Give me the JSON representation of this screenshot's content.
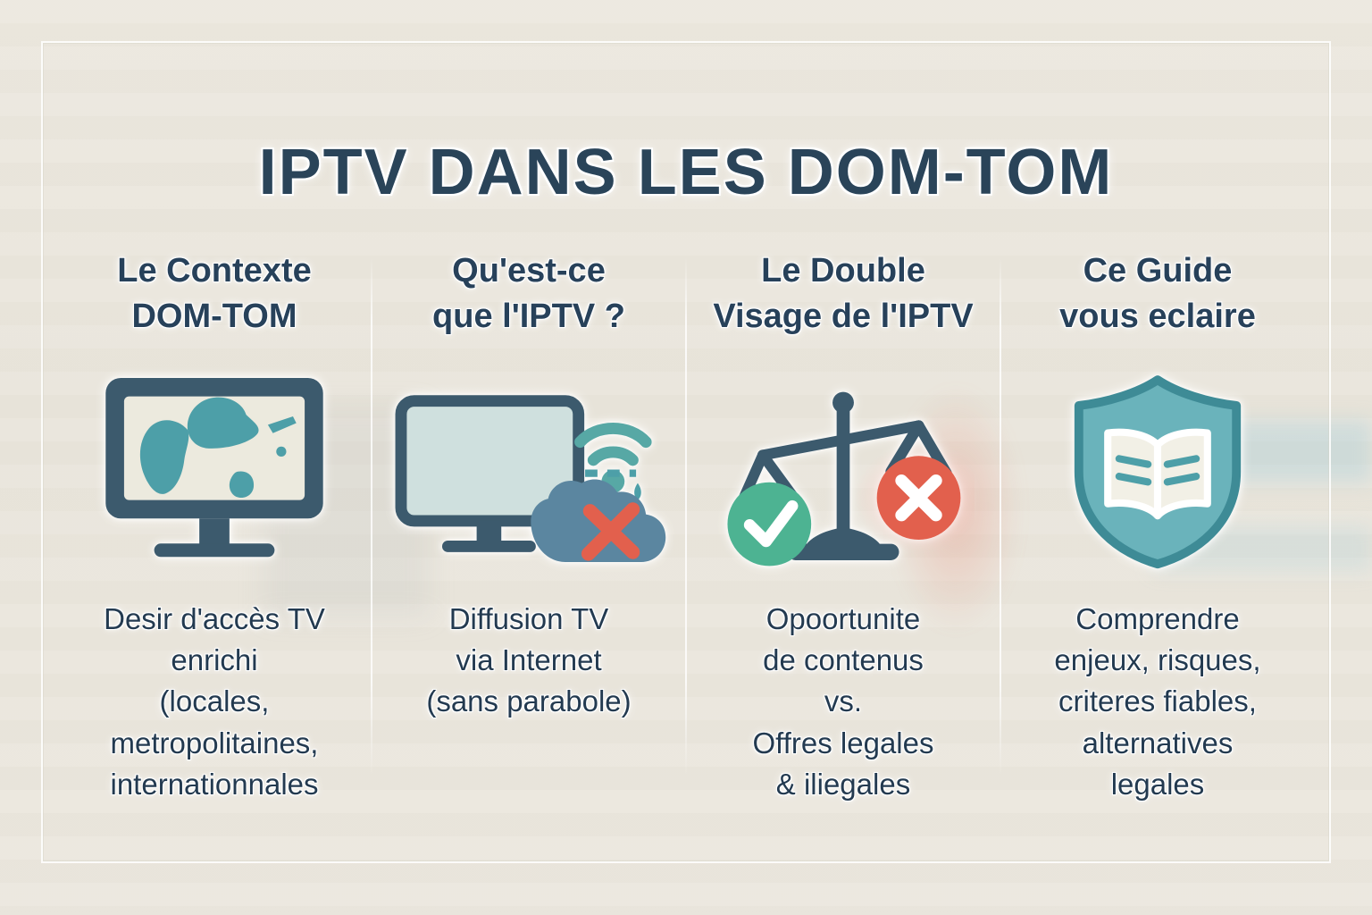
{
  "title": "IPTV DANS LES DOM-TOM",
  "colors": {
    "background": "#eae6dd",
    "heading_text": "#27415a",
    "body_text": "#233a50",
    "slate": "#3c5a6d",
    "teal": "#4d9fa8",
    "wifi_teal": "#57a8a5",
    "cloud_blue": "#5b86a0",
    "green": "#4db392",
    "coral": "#e2604d"
  },
  "columns": [
    {
      "heading": "Le Contexte\nDOM-TOM",
      "icon": "tv-map-icon",
      "body": "Desir d'accès TV\nenrichi\n(locales,\nmetropolitaines,\ninternationnales"
    },
    {
      "heading": "Qu'est-ce\nque l'IPTV ?",
      "icon": "tv-internet-cloud-icon",
      "body": "Diffusion TV\nvia Internet\n(sans parabole)"
    },
    {
      "heading": "Le Double\nVisage de l'IPTV",
      "icon": "balance-scale-icon",
      "body": "Opoortunite\nde contenus\nvs.\nOffres legales\n& iliegales"
    },
    {
      "heading": "Ce Guide\nvous eclaire",
      "icon": "shield-book-icon",
      "body": "Comprendre\nenjeux, risques,\ncriteres fiables,\nalternatives\nlegales"
    }
  ]
}
